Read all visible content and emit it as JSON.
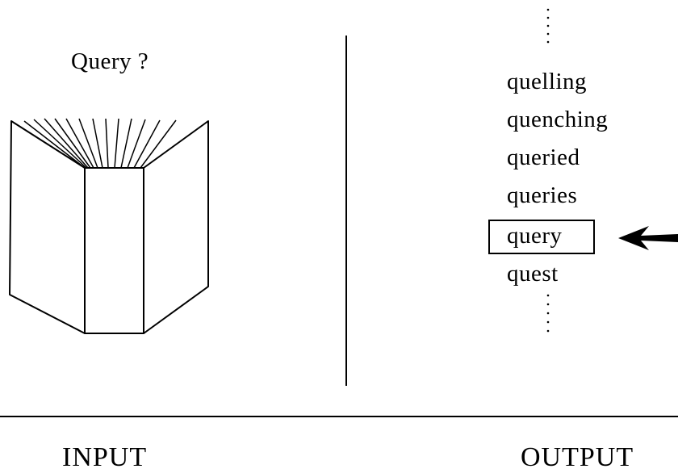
{
  "query_prompt": "Query ?",
  "index_words": [
    "quelling",
    "quenching",
    "queried",
    "queries",
    "query",
    "quest"
  ],
  "highlighted_word": "query",
  "labels": {
    "input": "INPUT",
    "output": "OUTPUT"
  },
  "icons": {
    "book": "open-book-icon",
    "arrow": "left-arrow-icon"
  }
}
